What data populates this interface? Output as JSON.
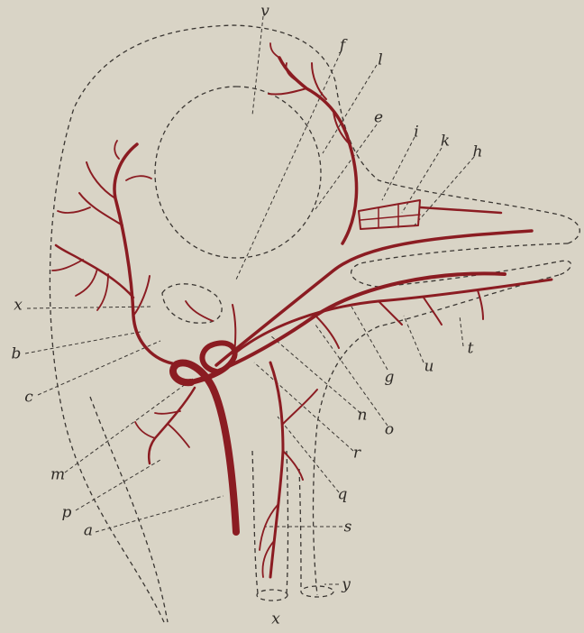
{
  "figure": {
    "labels": {
      "v": "v",
      "f": "f",
      "l": "l",
      "e": "e",
      "i": "i",
      "k": "k",
      "h": "h",
      "x": "x",
      "b": "b",
      "c": "c",
      "m": "m",
      "p": "p",
      "a": "a",
      "g": "g",
      "o": "o",
      "n": "n",
      "r": "r",
      "q": "q",
      "s": "s",
      "y": "y",
      "x2": "x",
      "u": "u",
      "t": "t"
    },
    "colors": {
      "vessel": "#8b1c22",
      "outline": "#3a3632",
      "background": "#d9d4c6"
    }
  }
}
